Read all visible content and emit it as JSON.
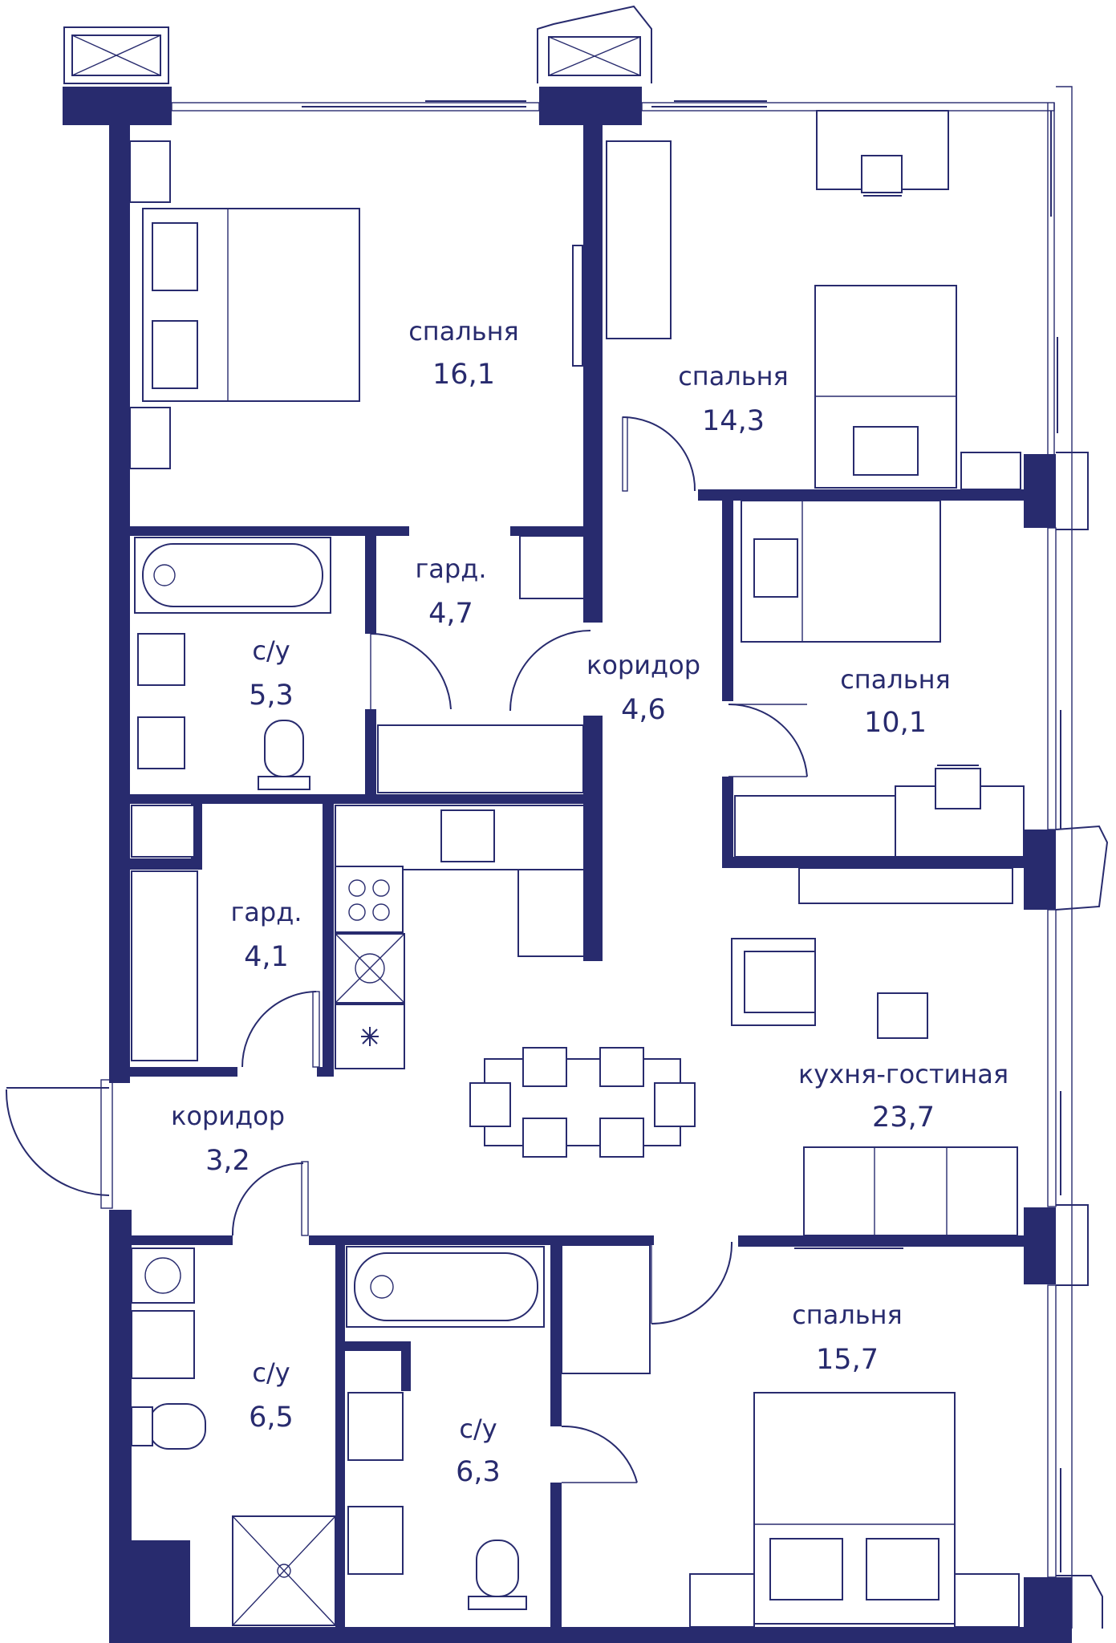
{
  "colors": {
    "ink": "#282b6e",
    "background": "#ffffff"
  },
  "rooms": {
    "bedroom_16_1": {
      "label": "спальня",
      "area": "16,1"
    },
    "bedroom_14_3": {
      "label": "спальня",
      "area": "14,3"
    },
    "wardrobe_4_7": {
      "label": "гард.",
      "area": "4,7"
    },
    "bathroom_5_3": {
      "label": "с/у",
      "area": "5,3"
    },
    "corridor_4_6": {
      "label": "коридор",
      "area": "4,6"
    },
    "bedroom_10_1": {
      "label": "спальня",
      "area": "10,1"
    },
    "wardrobe_4_1": {
      "label": "гард.",
      "area": "4,1"
    },
    "kitchen_living_23_7": {
      "label": "кухня-гостиная",
      "area": "23,7"
    },
    "corridor_3_2": {
      "label": "коридор",
      "area": "3,2"
    },
    "bathroom_6_5": {
      "label": "с/у",
      "area": "6,5"
    },
    "bathroom_6_3": {
      "label": "с/у",
      "area": "6,3"
    },
    "bedroom_15_7": {
      "label": "спальня",
      "area": "15,7"
    }
  }
}
